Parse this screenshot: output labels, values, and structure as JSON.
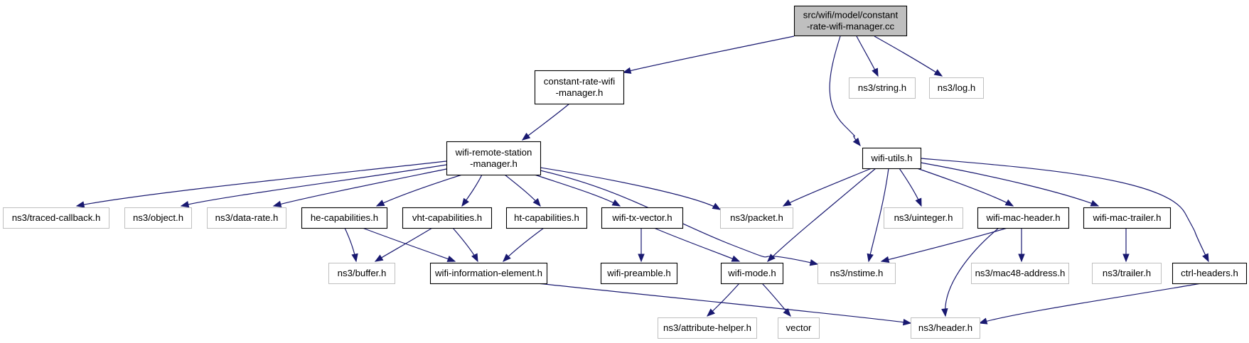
{
  "colors": {
    "edge": "#191970",
    "root_fill": "#bfbfbf",
    "defined_border": "#000000",
    "external_border": "#bfbfbf"
  },
  "nodes": [
    {
      "id": "root",
      "lines": [
        "src/wifi/model/constant",
        "-rate-wifi-manager.cc"
      ],
      "kind": "root"
    },
    {
      "id": "crwm",
      "lines": [
        "constant-rate-wifi",
        "-manager.h"
      ],
      "kind": "defined"
    },
    {
      "id": "string",
      "lines": [
        "ns3/string.h"
      ],
      "kind": "external"
    },
    {
      "id": "log",
      "lines": [
        "ns3/log.h"
      ],
      "kind": "external"
    },
    {
      "id": "wrsm",
      "lines": [
        "wifi-remote-station",
        "-manager.h"
      ],
      "kind": "defined"
    },
    {
      "id": "wutils",
      "lines": [
        "wifi-utils.h"
      ],
      "kind": "defined"
    },
    {
      "id": "traced",
      "lines": [
        "ns3/traced-callback.h"
      ],
      "kind": "external"
    },
    {
      "id": "object",
      "lines": [
        "ns3/object.h"
      ],
      "kind": "external"
    },
    {
      "id": "datarate",
      "lines": [
        "ns3/data-rate.h"
      ],
      "kind": "external"
    },
    {
      "id": "hecap",
      "lines": [
        "he-capabilities.h"
      ],
      "kind": "defined"
    },
    {
      "id": "vhtcap",
      "lines": [
        "vht-capabilities.h"
      ],
      "kind": "defined"
    },
    {
      "id": "htcap",
      "lines": [
        "ht-capabilities.h"
      ],
      "kind": "defined"
    },
    {
      "id": "txvec",
      "lines": [
        "wifi-tx-vector.h"
      ],
      "kind": "defined"
    },
    {
      "id": "packet",
      "lines": [
        "ns3/packet.h"
      ],
      "kind": "external"
    },
    {
      "id": "uinteger",
      "lines": [
        "ns3/uinteger.h"
      ],
      "kind": "external"
    },
    {
      "id": "machdr",
      "lines": [
        "wifi-mac-header.h"
      ],
      "kind": "defined"
    },
    {
      "id": "mactrl",
      "lines": [
        "wifi-mac-trailer.h"
      ],
      "kind": "defined"
    },
    {
      "id": "buffer",
      "lines": [
        "ns3/buffer.h"
      ],
      "kind": "external"
    },
    {
      "id": "infoel",
      "lines": [
        "wifi-information-element.h"
      ],
      "kind": "defined"
    },
    {
      "id": "preamble",
      "lines": [
        "wifi-preamble.h"
      ],
      "kind": "defined"
    },
    {
      "id": "mode",
      "lines": [
        "wifi-mode.h"
      ],
      "kind": "defined"
    },
    {
      "id": "nstime",
      "lines": [
        "ns3/nstime.h"
      ],
      "kind": "external"
    },
    {
      "id": "mac48",
      "lines": [
        "ns3/mac48-address.h"
      ],
      "kind": "external"
    },
    {
      "id": "trailer",
      "lines": [
        "ns3/trailer.h"
      ],
      "kind": "external"
    },
    {
      "id": "ctrl",
      "lines": [
        "ctrl-headers.h"
      ],
      "kind": "defined"
    },
    {
      "id": "attr",
      "lines": [
        "ns3/attribute-helper.h"
      ],
      "kind": "external"
    },
    {
      "id": "vector",
      "lines": [
        "vector"
      ],
      "kind": "external"
    },
    {
      "id": "header",
      "lines": [
        "ns3/header.h"
      ],
      "kind": "external"
    }
  ],
  "edges": [
    {
      "from": "root",
      "to": "crwm"
    },
    {
      "from": "root",
      "to": "string"
    },
    {
      "from": "root",
      "to": "log"
    },
    {
      "from": "root",
      "to": "wutils"
    },
    {
      "from": "crwm",
      "to": "wrsm"
    },
    {
      "from": "wrsm",
      "to": "traced"
    },
    {
      "from": "wrsm",
      "to": "object"
    },
    {
      "from": "wrsm",
      "to": "datarate"
    },
    {
      "from": "wrsm",
      "to": "hecap"
    },
    {
      "from": "wrsm",
      "to": "vhtcap"
    },
    {
      "from": "wrsm",
      "to": "htcap"
    },
    {
      "from": "wrsm",
      "to": "txvec"
    },
    {
      "from": "wrsm",
      "to": "packet"
    },
    {
      "from": "wrsm",
      "to": "nstime"
    },
    {
      "from": "hecap",
      "to": "buffer"
    },
    {
      "from": "hecap",
      "to": "infoel"
    },
    {
      "from": "vhtcap",
      "to": "buffer"
    },
    {
      "from": "vhtcap",
      "to": "infoel"
    },
    {
      "from": "htcap",
      "to": "infoel"
    },
    {
      "from": "txvec",
      "to": "preamble"
    },
    {
      "from": "txvec",
      "to": "mode"
    },
    {
      "from": "infoel",
      "to": "header"
    },
    {
      "from": "mode",
      "to": "attr"
    },
    {
      "from": "mode",
      "to": "vector"
    },
    {
      "from": "wutils",
      "to": "packet"
    },
    {
      "from": "wutils",
      "to": "mode"
    },
    {
      "from": "wutils",
      "to": "nstime"
    },
    {
      "from": "wutils",
      "to": "uinteger"
    },
    {
      "from": "wutils",
      "to": "machdr"
    },
    {
      "from": "wutils",
      "to": "mactrl"
    },
    {
      "from": "wutils",
      "to": "ctrl"
    },
    {
      "from": "machdr",
      "to": "nstime"
    },
    {
      "from": "machdr",
      "to": "mac48"
    },
    {
      "from": "machdr",
      "to": "header"
    },
    {
      "from": "mactrl",
      "to": "trailer"
    },
    {
      "from": "ctrl",
      "to": "header"
    }
  ]
}
